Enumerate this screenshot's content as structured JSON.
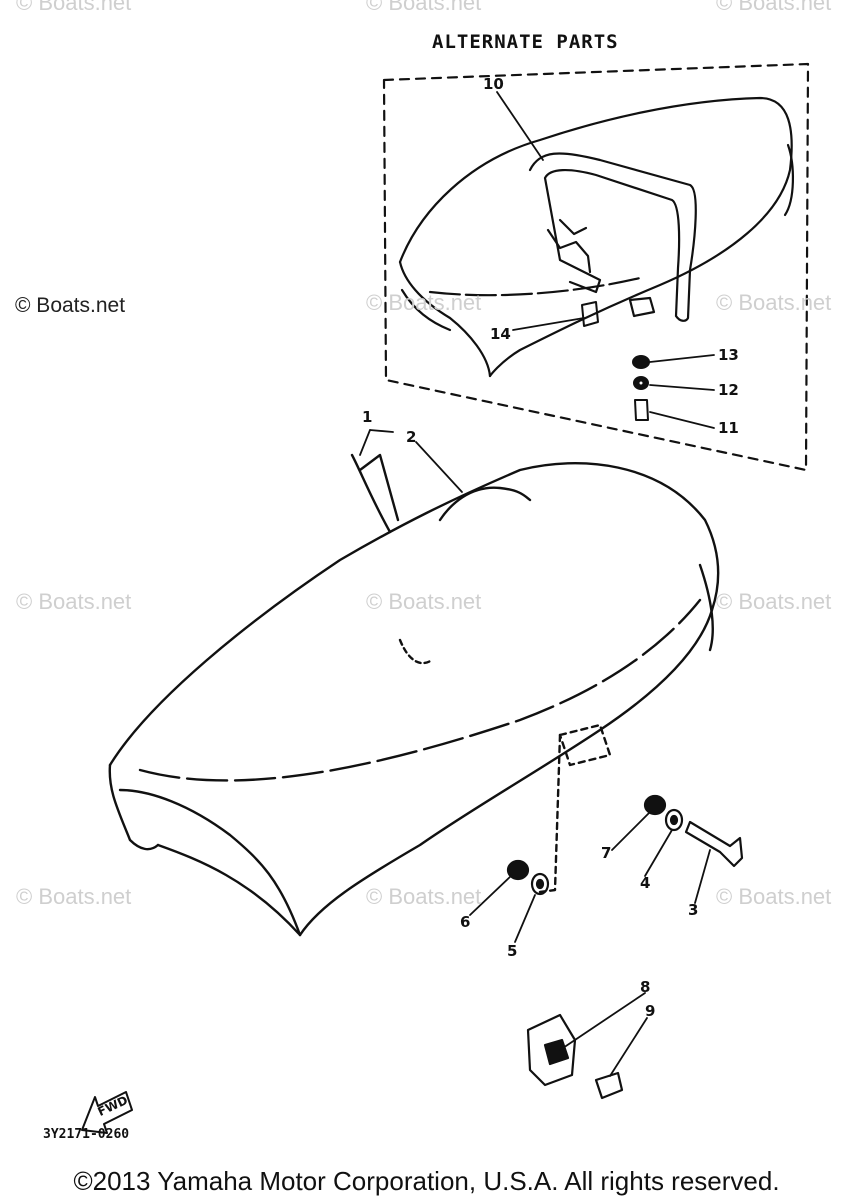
{
  "title": "ALTERNATE PARTS",
  "watermark": "© Boats.net",
  "watermark_visible": "© Boats.net",
  "callouts": [
    "1",
    "2",
    "3",
    "4",
    "5",
    "6",
    "7",
    "8",
    "9",
    "10",
    "11",
    "12",
    "13",
    "14"
  ],
  "fwd_label": "FWD",
  "diagram_code": "3Y2171-0260",
  "copyright": "©2013 Yamaha Motor Corporation, U.S.A. All rights reserved."
}
